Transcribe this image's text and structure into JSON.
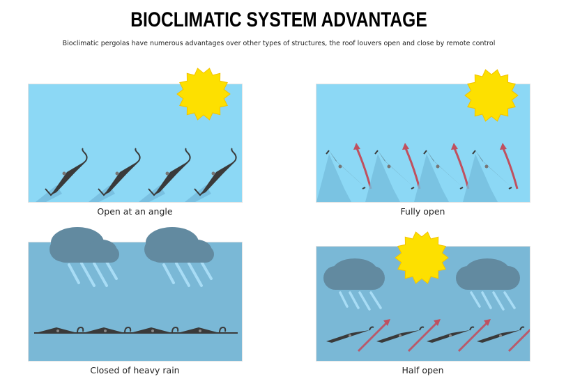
{
  "title": "BIOCLIMATIC SYSTEM ADVANTAGE",
  "subtitle": "Bioclimatic pergolas have numerous advantages over other types of structures, the roof louvers open and close by remote control",
  "panels": [
    {
      "caption": "Open at an angle"
    },
    {
      "caption": "Fully open"
    },
    {
      "caption": "Closed of heavy rain"
    },
    {
      "caption": "Half open"
    }
  ],
  "colors": {
    "sky": "#8cd8f5",
    "rain_sky": "#7ab8d6",
    "sun": "#fde000",
    "louver": "#3a3a3a",
    "cloud": "#628aa0",
    "arrow": "#c0505f"
  }
}
